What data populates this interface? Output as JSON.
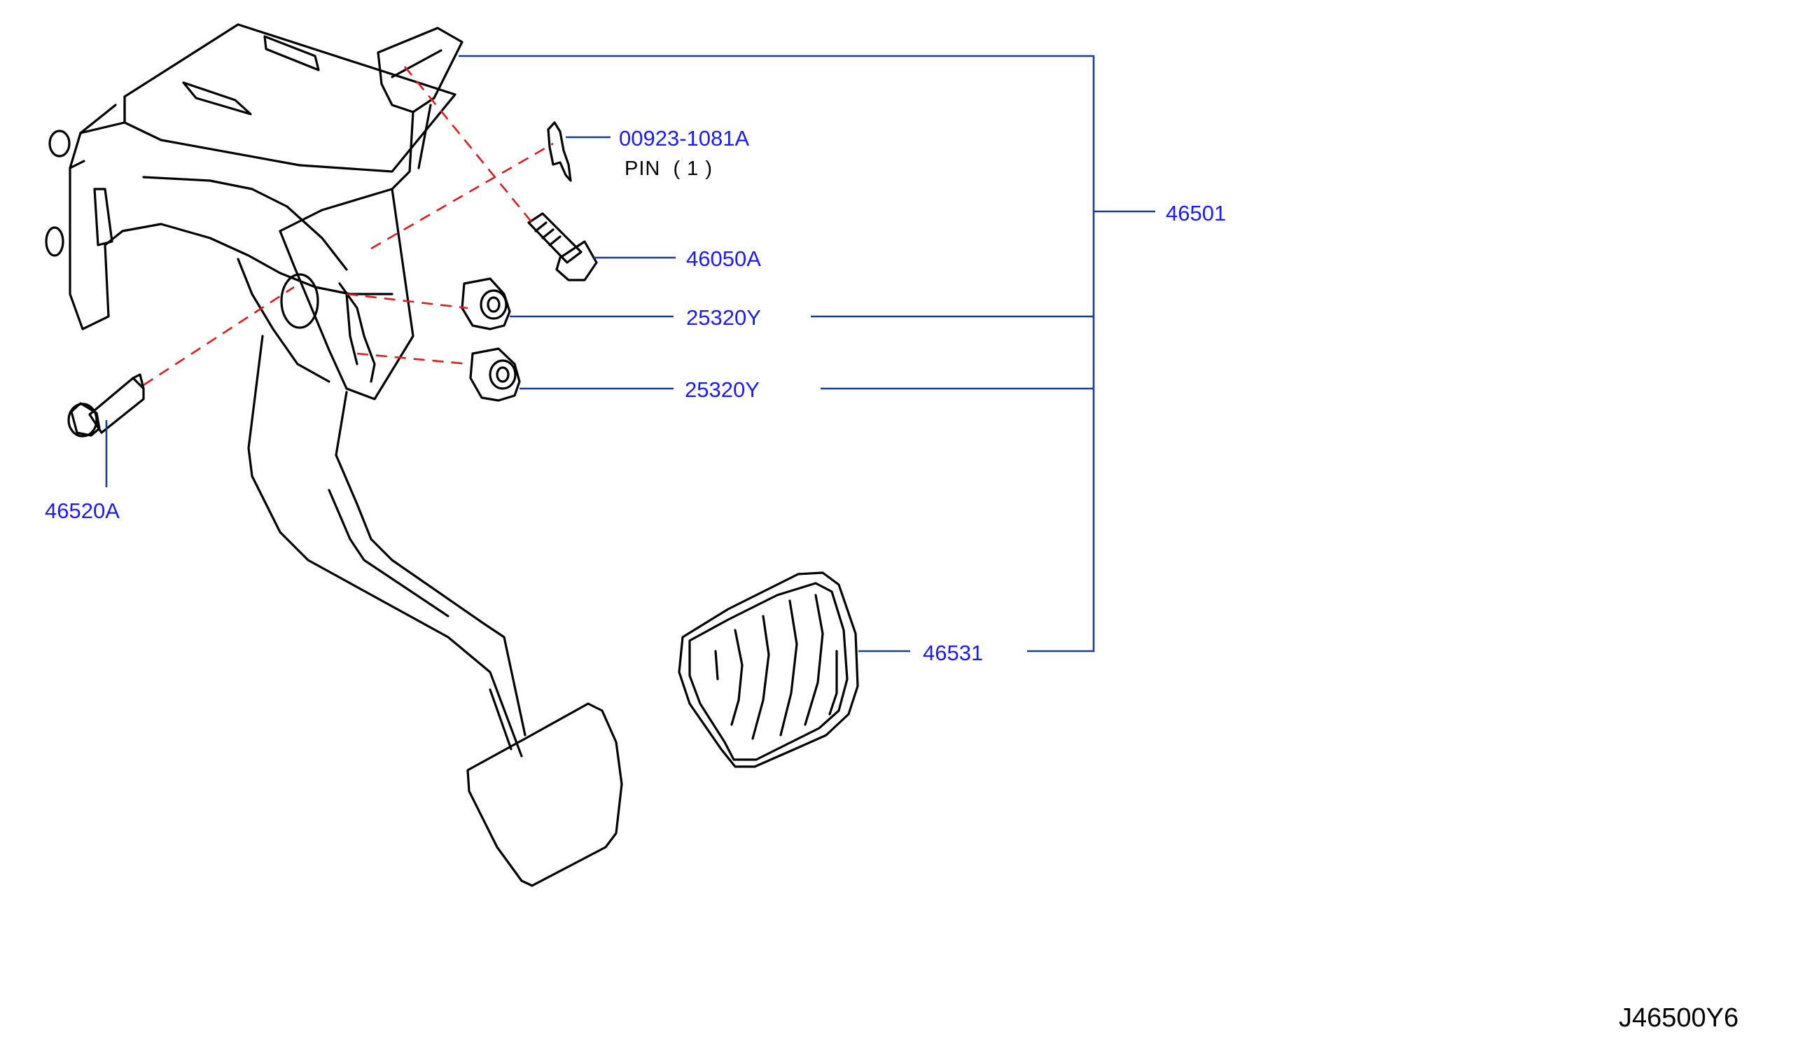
{
  "parts": {
    "assembly_46501": "46501",
    "clip_pin_number": "00923-1081A",
    "clip_pin_note": "PIN  ( 1 )",
    "bolt_46050A": "46050A",
    "bushing_upper": "25320Y",
    "bushing_lower": "25320Y",
    "pivot_bolt_46520A": "46520A",
    "pedal_pad_46531": "46531"
  },
  "diagram_id": "J46500Y6",
  "colors": {
    "label": "#1a1aff",
    "leader": "#1a3d8f",
    "assembly_dash": "#e01b1b",
    "outline": "#000000"
  }
}
